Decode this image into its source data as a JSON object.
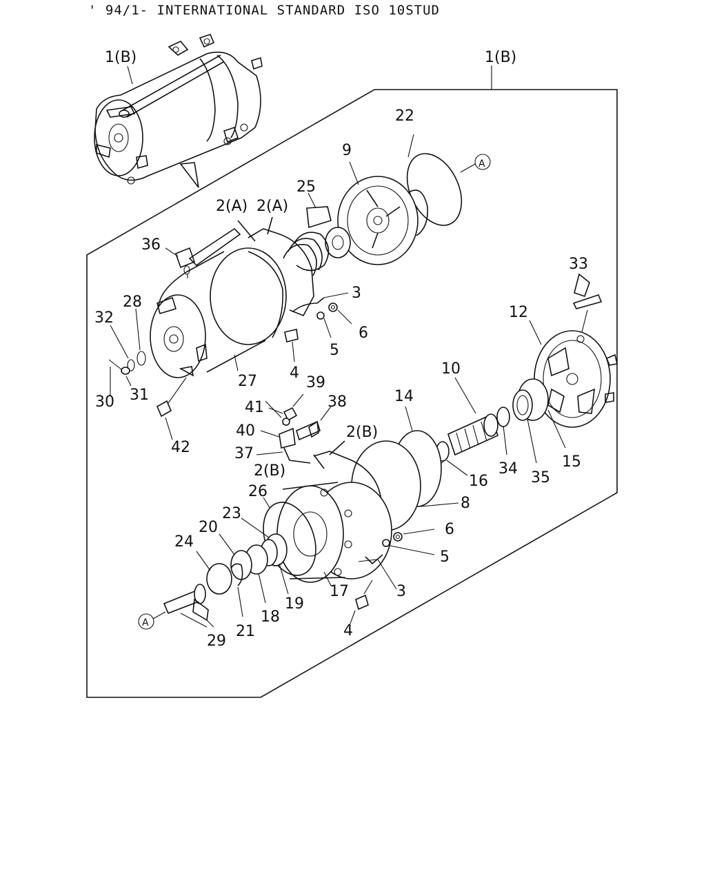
{
  "title": "' 94/1- INTERNATIONAL STANDARD ISO 10STUD",
  "labels": {
    "l_1b_a": "1(B)",
    "l_1b_b": "1(B)",
    "l_22": "22",
    "l_9": "9",
    "l_A1": "A",
    "l_25": "25",
    "l_2a1": "2(A)",
    "l_2a2": "2(A)",
    "l_36": "36",
    "l_33": "33",
    "l_28": "28",
    "l_3a": "3",
    "l_32": "32",
    "l_12": "12",
    "l_6a": "6",
    "l_5a": "5",
    "l_4a": "4",
    "l_27": "27",
    "l_30": "30",
    "l_31": "31",
    "l_10": "10",
    "l_39": "39",
    "l_41": "41",
    "l_38": "38",
    "l_14": "14",
    "l_40": "40",
    "l_2b1": "2(B)",
    "l_37": "37",
    "l_2b2": "2(B)",
    "l_42": "42",
    "l_16": "16",
    "l_34": "34",
    "l_35": "35",
    "l_15": "15",
    "l_26": "26",
    "l_8": "8",
    "l_23": "23",
    "l_20": "20",
    "l_6b": "6",
    "l_24": "24",
    "l_5b": "5",
    "l_19": "19",
    "l_17": "17",
    "l_3b": "3",
    "l_18": "18",
    "l_A2": "A",
    "l_21": "21",
    "l_4b": "4",
    "l_29": "29"
  }
}
